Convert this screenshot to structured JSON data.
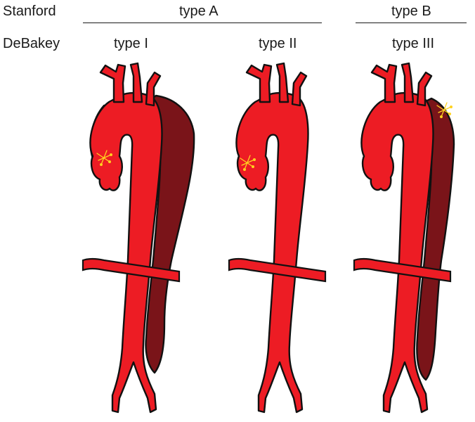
{
  "rows": {
    "stanford": "Stanford",
    "debakey": "DeBakey"
  },
  "stanford_groups": {
    "a": "type A",
    "b": "type B"
  },
  "panels": [
    {
      "debakey": "type I",
      "dissection": "ascending and descending aorta"
    },
    {
      "debakey": "type II",
      "dissection": "ascending aorta only"
    },
    {
      "debakey": "type III",
      "dissection": "descending aorta only"
    }
  ],
  "colors": {
    "true_lumen": "#ed1c24",
    "false_lumen": "#7a1419",
    "entry_tear": "#ffd21f",
    "outline": "#111111"
  },
  "icons": [
    "aorta-illustration",
    "intimal-tear-icon"
  ]
}
